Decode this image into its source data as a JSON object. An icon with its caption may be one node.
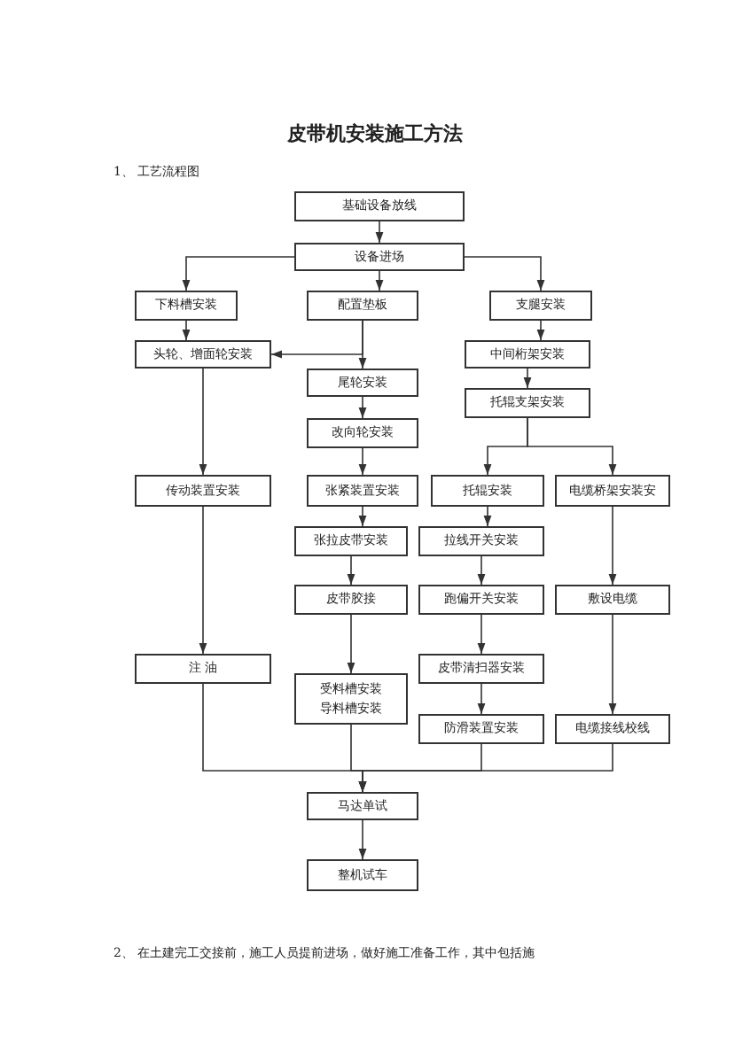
{
  "diagram": {
    "title": "皮带机安装施工方法",
    "nodes": [
      {
        "text": [
          "基础设备放线"
        ]
      },
      {
        "text": [
          "设备进场"
        ]
      },
      {
        "text": [
          "下料槽安装"
        ]
      },
      {
        "text": [
          "配置垫板"
        ]
      },
      {
        "text": [
          "支腿安装"
        ]
      },
      {
        "text": [
          "头轮、增面轮安装"
        ]
      },
      {
        "text": [
          "尾轮安装"
        ]
      },
      {
        "text": [
          "改向轮安装"
        ]
      },
      {
        "text": [
          "中间桁架安装"
        ]
      },
      {
        "text": [
          "托辊支架安装"
        ]
      },
      {
        "text": [
          "传动装置安装"
        ]
      },
      {
        "text": [
          "张紧装置安装"
        ]
      },
      {
        "text": [
          "托辊安装"
        ]
      },
      {
        "text": [
          "电缆桥架安装安"
        ]
      },
      {
        "text": [
          "张拉皮带安装"
        ]
      },
      {
        "text": [
          "拉线开关安装"
        ]
      },
      {
        "text": [
          "皮带胶接"
        ]
      },
      {
        "text": [
          "跑偏开关安装"
        ]
      },
      {
        "text": [
          "敷设电缆"
        ]
      },
      {
        "text": [
          "注 油"
        ]
      },
      {
        "text": [
          "受料槽安装",
          "导料槽安装"
        ]
      },
      {
        "text": [
          "皮带清扫器安装"
        ]
      },
      {
        "text": [
          "防滑装置安装"
        ]
      },
      {
        "text": [
          "电缆接线校线"
        ]
      },
      {
        "text": [
          "马达单试"
        ]
      },
      {
        "text": [
          "整机试车"
        ]
      }
    ],
    "edges": [
      {
        "from": 0,
        "to": 1,
        "arrow": "to"
      },
      {
        "from": 1,
        "to": 2,
        "arrow": "to"
      },
      {
        "from": 1,
        "to": 3,
        "arrow": "to"
      },
      {
        "from": 1,
        "to": 4,
        "arrow": "to"
      },
      {
        "from": 2,
        "to": 5,
        "arrow": "to"
      },
      {
        "from": 3,
        "to": 5,
        "arrow": "to"
      },
      {
        "from": 3,
        "to": 6,
        "arrow": "to"
      },
      {
        "from": 6,
        "to": 7,
        "arrow": "to"
      },
      {
        "from": 4,
        "to": 8,
        "arrow": "to"
      },
      {
        "from": 8,
        "to": 9,
        "arrow": "to"
      },
      {
        "from": 9,
        "to": 12,
        "arrow": "to"
      },
      {
        "from": 9,
        "to": 13,
        "arrow": "to"
      },
      {
        "from": 5,
        "to": 10,
        "arrow": "to"
      },
      {
        "from": 7,
        "to": 11,
        "arrow": "to"
      },
      {
        "from": 11,
        "to": 14,
        "arrow": "to"
      },
      {
        "from": 12,
        "to": 15,
        "arrow": "to"
      },
      {
        "from": 14,
        "to": 16,
        "arrow": "to"
      },
      {
        "from": 15,
        "to": 17,
        "arrow": "to"
      },
      {
        "from": 13,
        "to": 18,
        "arrow": "to"
      },
      {
        "from": 10,
        "to": 19,
        "arrow": "to"
      },
      {
        "from": 16,
        "to": 20,
        "arrow": "to"
      },
      {
        "from": 17,
        "to": 21,
        "arrow": "to"
      },
      {
        "from": 21,
        "to": 22,
        "arrow": "to"
      },
      {
        "from": 18,
        "to": 23,
        "arrow": "to"
      },
      {
        "from": 19,
        "to": 24,
        "arrow": "to"
      },
      {
        "from": 20,
        "to": 24,
        "arrow": "to"
      },
      {
        "from": 22,
        "to": 24,
        "arrow": "to"
      },
      {
        "from": 23,
        "to": 24,
        "arrow": "to"
      },
      {
        "from": 24,
        "to": 25,
        "arrow": "to"
      }
    ],
    "labels": [
      "1、 工艺流程图",
      "2、 在土建完工交接前，施工人员提前进场，做好施工准备工作，其中包括施"
    ]
  }
}
